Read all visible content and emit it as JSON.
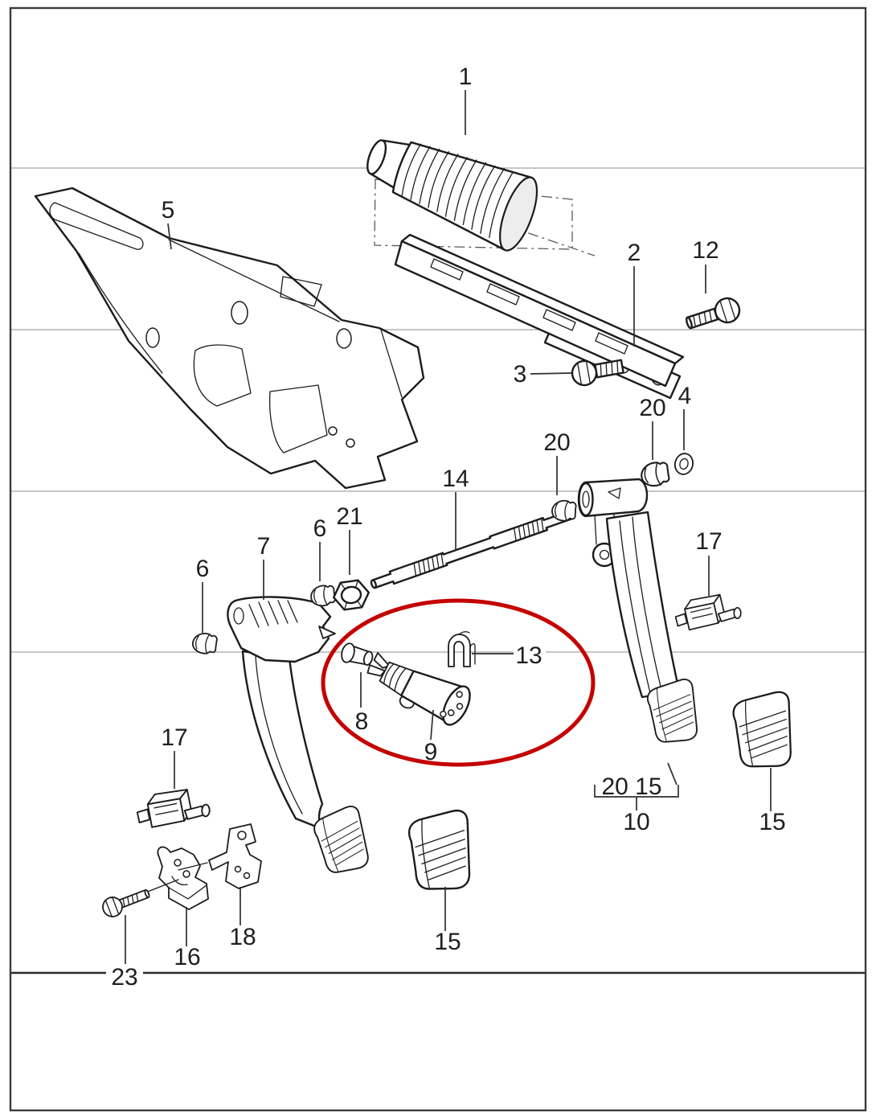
{
  "page": {
    "background": "#ffffff"
  },
  "diagram": {
    "kind": "exploded-parts-diagram",
    "colors": {
      "line": "#1c1c1c",
      "section_line": "#b3b3b3",
      "highlight": "#c40000"
    },
    "highlighted_parts": [
      "8",
      "9",
      "13"
    ],
    "callouts": [
      {
        "id": "1",
        "label": "1",
        "part": "bellows-boot"
      },
      {
        "id": "5",
        "label": "5",
        "part": "mounting-bracket"
      },
      {
        "id": "2",
        "label": "2",
        "part": "support-bar"
      },
      {
        "id": "12",
        "label": "12",
        "part": "hex-bolt"
      },
      {
        "id": "3",
        "label": "3",
        "part": "hex-screw"
      },
      {
        "id": "20-upper",
        "label": "20",
        "part": "lock-nut"
      },
      {
        "id": "4",
        "label": "4",
        "part": "washer"
      },
      {
        "id": "20-shaft",
        "label": "20",
        "part": "lock-nut"
      },
      {
        "id": "14",
        "label": "14",
        "part": "push-rod"
      },
      {
        "id": "21",
        "label": "21",
        "part": "hex-nut"
      },
      {
        "id": "6-mid",
        "label": "6",
        "part": "retaining-clip"
      },
      {
        "id": "7",
        "label": "7",
        "part": "clutch-pedal"
      },
      {
        "id": "6-left",
        "label": "6",
        "part": "retaining-clip"
      },
      {
        "id": "17-right",
        "label": "17",
        "part": "pedal-switch"
      },
      {
        "id": "13",
        "label": "13",
        "part": "retainer-clip",
        "highlighted": true
      },
      {
        "id": "8",
        "label": "8",
        "part": "pin",
        "highlighted": true
      },
      {
        "id": "9",
        "label": "9",
        "part": "vibration-damper",
        "highlighted": true
      },
      {
        "id": "17-left",
        "label": "17",
        "part": "pedal-switch"
      },
      {
        "id": "16",
        "label": "16",
        "part": "clamp-bracket"
      },
      {
        "id": "18",
        "label": "18",
        "part": "support-bracket"
      },
      {
        "id": "23",
        "label": "23",
        "part": "hex-bolt-long"
      },
      {
        "id": "15-mid",
        "label": "15",
        "part": "pedal-pad"
      },
      {
        "id": "20-15-group",
        "label": "20 15",
        "part": "brake-pedal-group"
      },
      {
        "id": "10",
        "label": "10",
        "part": "brake-pedal-assembly"
      },
      {
        "id": "15-right",
        "label": "15",
        "part": "pedal-pad"
      }
    ]
  }
}
